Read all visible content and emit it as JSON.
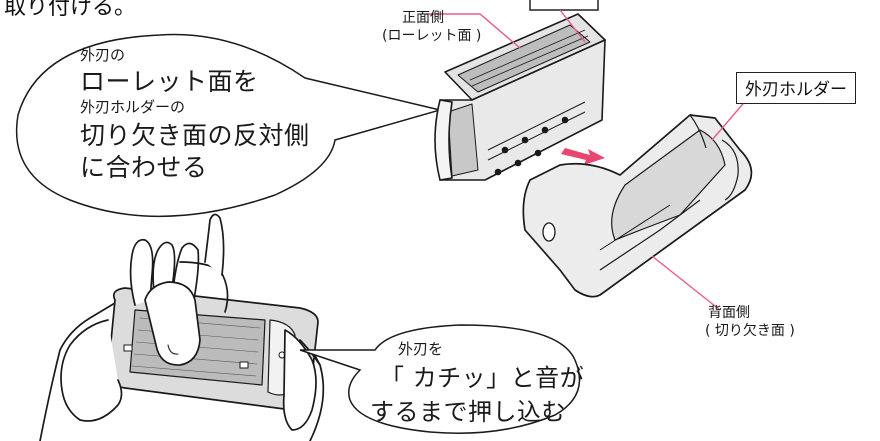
{
  "header": {
    "partial_text": "取り付ける。"
  },
  "labels": {
    "front_side": {
      "line1": "正面側",
      "line2": "(ローレット面 )"
    },
    "outer_holder": "外刃ホルダー",
    "back_side": {
      "line1": "背面側",
      "line2": "( 切り欠き面 )"
    }
  },
  "bubble_top": {
    "line1": "外刃の",
    "line2": "ローレット面を",
    "line3": "外刃ホルダーの",
    "line4": "切り欠き面の反対側",
    "line5": "に合わせる"
  },
  "bubble_bottom": {
    "line1": "外刃を",
    "line2": "「 カチッ」と音が",
    "line3": "するまで押し込む"
  },
  "colors": {
    "leader": "#e85a86",
    "arrow": "#e8456f",
    "outline": "#1a1a1a",
    "frame_gray": "#dcdcdc",
    "mesh": "#bbbbbb"
  }
}
